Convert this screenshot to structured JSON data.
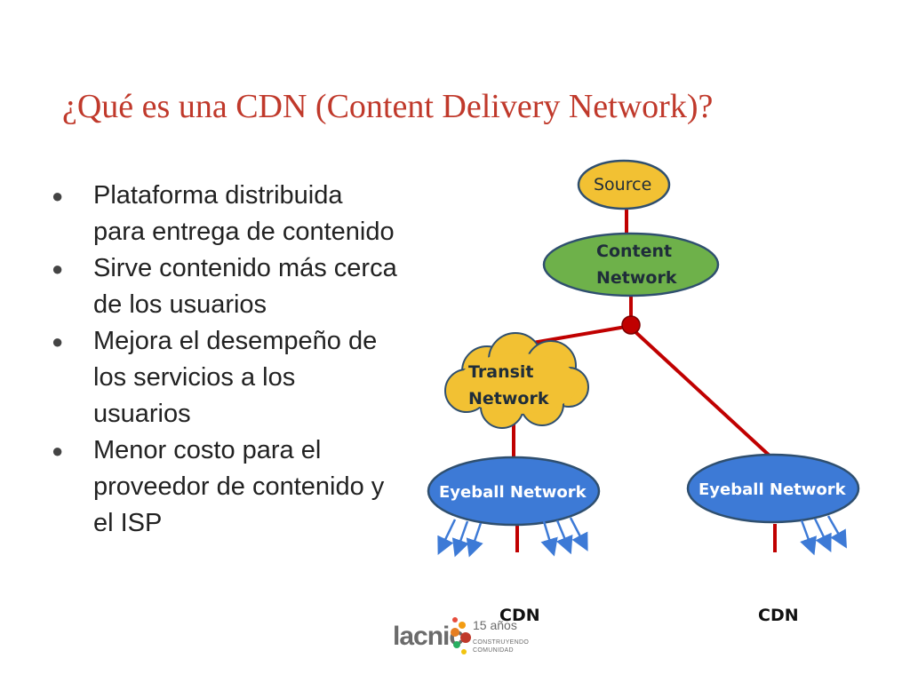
{
  "title": "¿Qué es una CDN (Content Delivery Network)?",
  "bullets": [
    "Plataforma distribuida para entrega de contenido",
    "Sirve contenido más cerca de los usuarios",
    "Mejora el desempeño de los servicios a los usuarios",
    "Menor costo para el proveedor de contenido y el ISP"
  ],
  "diagram": {
    "source": "Source",
    "content_network": [
      "Content",
      "Network"
    ],
    "transit_network": [
      "Transit",
      "Network"
    ],
    "eyeball_left": "Eyeball Network",
    "eyeball_right": "Eyeball Network",
    "cdn_left": "CDN",
    "cdn_right": "CDN"
  },
  "colors": {
    "title": "#c0392b",
    "link": "#c00000",
    "source_fill": "#f2c133",
    "content_fill": "#6eb14a",
    "transit_fill": "#f2c133",
    "eyeball_fill": "#3d7ad6",
    "arrow": "#3d7ad6"
  },
  "logo": {
    "word": "lacnic",
    "years": "15 años",
    "tag_line_1": "CONSTRUYENDO",
    "tag_line_2": "COMUNIDAD"
  }
}
